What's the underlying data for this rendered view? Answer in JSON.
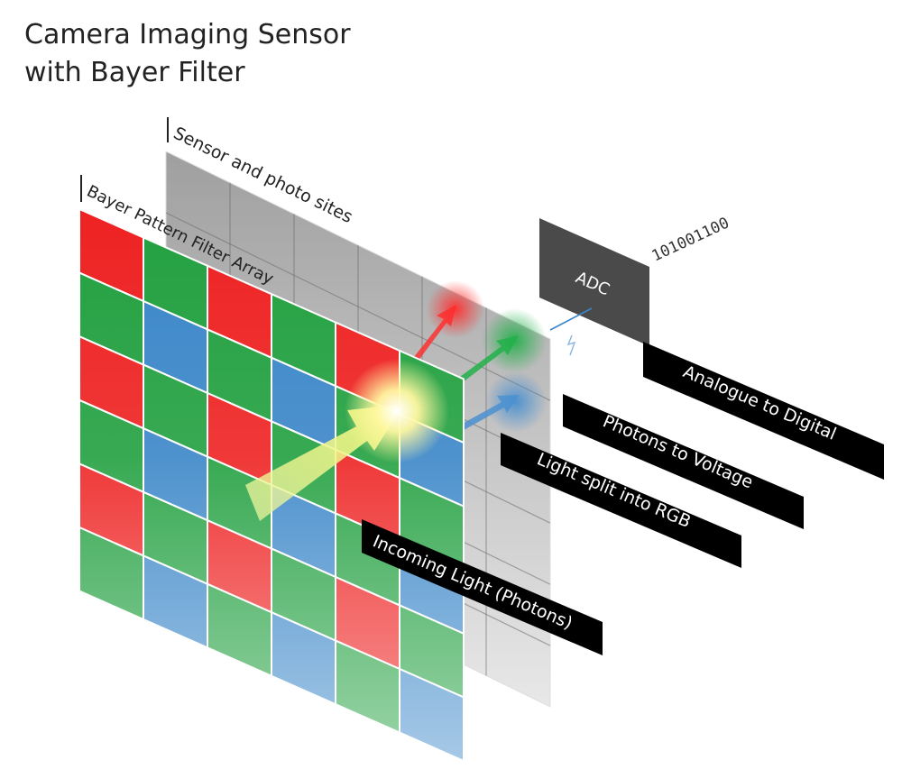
{
  "title": {
    "line1": "Camera Imaging Sensor",
    "line2": "with Bayer Filter"
  },
  "layers": {
    "sensor_label": "Sensor and photo sites",
    "filter_label": "Bayer Pattern Filter Array"
  },
  "adc": {
    "label": "ADC",
    "binary_output": "101001100"
  },
  "callouts": [
    "Analogue to Digital",
    "Photons to Voltage",
    "Light split into RGB",
    "Incoming Light (Photons)"
  ],
  "bayer_pattern": [
    [
      "red",
      "green",
      "red",
      "green",
      "red",
      "green"
    ],
    [
      "green",
      "blue",
      "green",
      "blue",
      "green",
      "blue"
    ],
    [
      "red",
      "green",
      "red",
      "green",
      "red",
      "green"
    ],
    [
      "green",
      "blue",
      "green",
      "blue",
      "green",
      "blue"
    ],
    [
      "red",
      "green",
      "red",
      "green",
      "red",
      "green"
    ],
    [
      "green",
      "blue",
      "green",
      "blue",
      "green",
      "blue"
    ]
  ],
  "colors": {
    "red": "#ee2222",
    "green": "#22a040",
    "blue": "#3a86c8",
    "sensor": "#a8a8a8",
    "adc_box": "#4a4a4a",
    "callout_bg": "#000000",
    "callout_text": "#ffffff",
    "light_beam": "#e4f08a",
    "title_text": "#222222"
  }
}
